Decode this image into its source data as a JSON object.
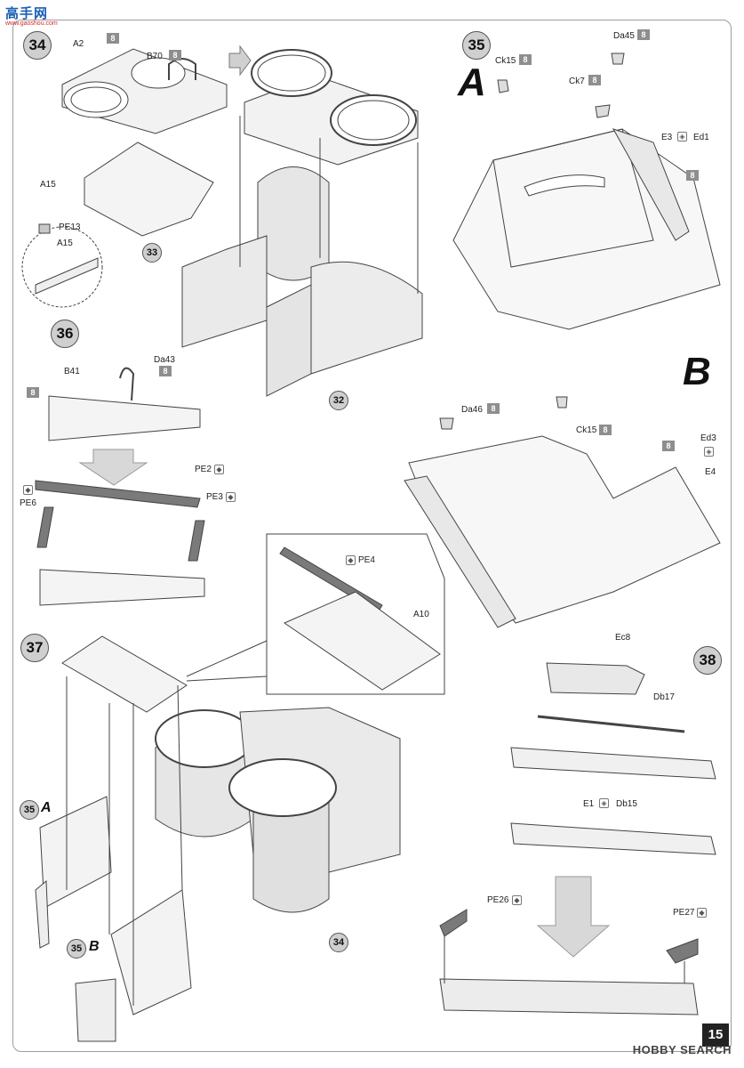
{
  "watermark": {
    "brand": "高手网",
    "url": "www.gaoshou.com"
  },
  "footer": {
    "brand": "HOBBY SEARCH",
    "page_number": "15"
  },
  "steps": {
    "s34": {
      "number": "34",
      "labels": {
        "a2": "A2",
        "b70": "B70",
        "a15": "A15",
        "a15_inset": "A15",
        "pe13": "PE13"
      },
      "refs": {
        "r33": "33",
        "r32": "32"
      },
      "paint_codes": {
        "a2": "8",
        "b70": "8"
      }
    },
    "s35": {
      "number": "35",
      "variant_a": "A",
      "variant_b": "B",
      "labels": {
        "ck15_a": "Ck15",
        "da45": "Da45",
        "ck7": "Ck7",
        "e3": "E3",
        "ed1": "Ed1",
        "da46": "Da46",
        "ck15_b": "Ck15",
        "ed3": "Ed3",
        "e4": "E4"
      },
      "paint_codes": {
        "ck15_a": "8",
        "da45": "8",
        "ck7": "8",
        "e3": "8",
        "da46": "8",
        "ck15_b": "8",
        "e4": "8"
      }
    },
    "s36": {
      "number": "36",
      "labels": {
        "b41": "B41",
        "da43": "Da43",
        "pe2": "PE2",
        "pe6": "PE6",
        "pe3": "PE3",
        "pe4": "PE4",
        "a10": "A10"
      },
      "paint_codes": {
        "b41": "8",
        "da43": "8"
      }
    },
    "s37": {
      "number": "37",
      "refs": {
        "r35a_num": "35",
        "r35a_sub": "A",
        "r35b_num": "35",
        "r35b_sub": "B",
        "r34": "34"
      }
    },
    "s38": {
      "number": "38",
      "labels": {
        "ec8": "Ec8",
        "db17": "Db17",
        "e1": "E1",
        "db15": "Db15",
        "pe26": "PE26",
        "pe27": "PE27"
      }
    }
  },
  "colors": {
    "line": "#444444",
    "fill_light": "#e6e6e6",
    "fill_mid": "#c8c8c8",
    "fill_dark": "#8a8a8a",
    "badge": "#8e8e8e"
  }
}
